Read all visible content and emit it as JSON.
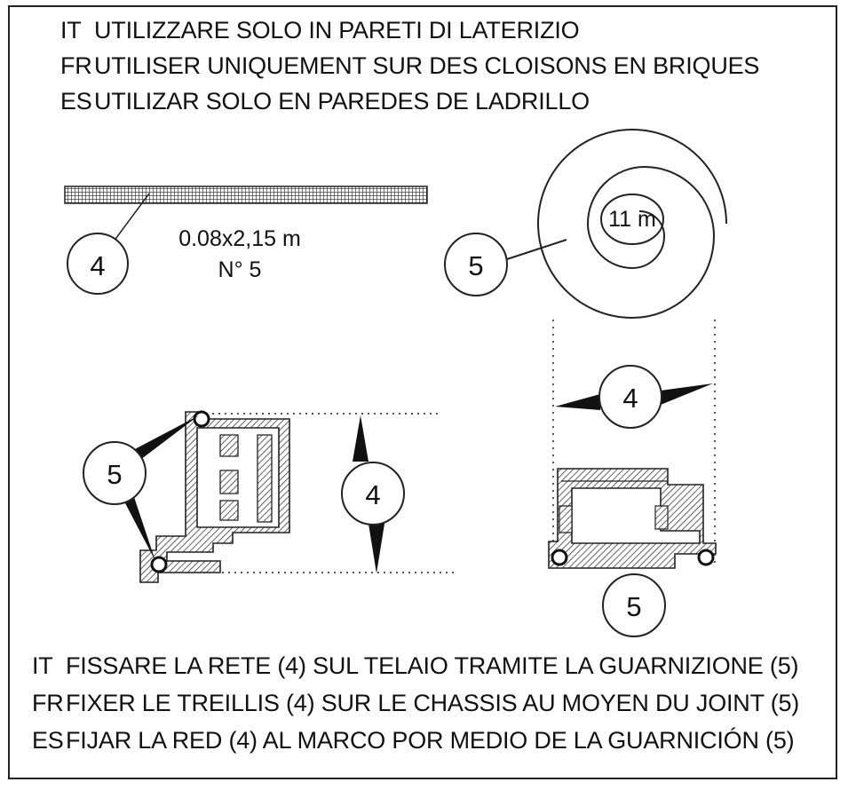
{
  "top_warnings": [
    {
      "lang": "IT",
      "text": "UTILIZZARE SOLO IN  PARETI DI LATERIZIO"
    },
    {
      "lang": "FR",
      "text": "UTILISER UNIQUEMENT SUR DES CLOISONS EN BRIQUES"
    },
    {
      "lang": "ES",
      "text": "UTILIZAR SOLO EN PAREDES DE LADRILLO"
    }
  ],
  "mesh": {
    "ref": "4",
    "size": "0.08x2,15 m",
    "quantity": "N° 5"
  },
  "gasket": {
    "ref": "5",
    "length": "11 m"
  },
  "detail_left": {
    "gasket_ref": "5",
    "mesh_ref": "4"
  },
  "detail_right": {
    "mesh_ref": "4",
    "gasket_ref": "5"
  },
  "bottom_instructions": [
    {
      "lang": "IT",
      "text": "FISSARE LA RETE  (4) SUL TELAIO TRAMITE LA GUARNIZIONE (5)"
    },
    {
      "lang": "FR",
      "text": "FIXER LE TREILLIS (4) SUR LE CHASSIS AU MOYEN DU JOINT (5)"
    },
    {
      "lang": "ES",
      "text": "FIJAR LA RED (4) AL MARCO POR MEDIO DE LA GUARNICIÓN (5)"
    }
  ]
}
